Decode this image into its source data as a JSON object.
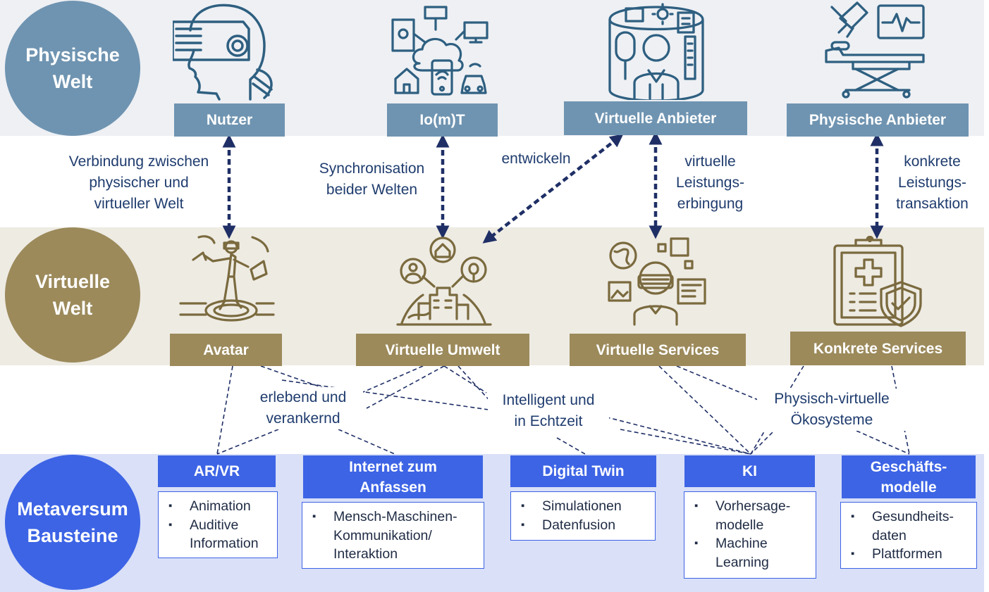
{
  "colors": {
    "physical_band": "#eef0f4",
    "virtual_band": "#eeebe3",
    "metaverse_band": "#d9e0f8",
    "physical_accent": "#6f94b1",
    "virtual_accent": "#9c8a5b",
    "metaverse_accent": "#3d64e5",
    "arrow": "#1f2f66",
    "text": "#1f3c6e"
  },
  "layers": {
    "physical": "Physische\nWelt",
    "virtual": "Virtuelle\nWelt",
    "metaverse": "Metaversum\nBausteine"
  },
  "physical_nodes": [
    {
      "label": "Nutzer",
      "icon": "vr-headset-head-icon"
    },
    {
      "label": "Io(m)T",
      "icon": "iot-cloud-network-icon"
    },
    {
      "label": "Virtuelle Anbieter",
      "icon": "person-in-virtual-room-icon"
    },
    {
      "label": "Physische Anbieter",
      "icon": "hospital-bed-monitor-icon"
    }
  ],
  "virtual_nodes": [
    {
      "label": "Avatar",
      "icon": "avatar-vr-person-icon"
    },
    {
      "label": "Virtuelle Umwelt",
      "icon": "virtual-city-globe-icon"
    },
    {
      "label": "Virtuelle Services",
      "icon": "vr-user-services-icon"
    },
    {
      "label": "Konkrete Services",
      "icon": "medical-clipboard-shield-icon"
    }
  ],
  "relations": [
    "Verbindung zwischen\nphysischer und\nvirtueller Welt",
    "Synchronisation\nbeider Welten",
    "entwickeln",
    "virtuelle\nLeistungs-\nerbingung",
    "konkrete\nLeistungs-\ntransaktion"
  ],
  "properties": [
    "erlebend und\nverankernd",
    "Intelligent und\nin Echtzeit",
    "Physisch-virtuelle\nÖkosysteme"
  ],
  "building_blocks": [
    {
      "title": "AR/VR",
      "items": [
        "Animation",
        "Auditive\nInformation"
      ]
    },
    {
      "title": "Internet zum\nAnfassen",
      "items": [
        "Mensch-Maschinen-\nKommunikation/\nInteraktion"
      ]
    },
    {
      "title": "Digital Twin",
      "items": [
        "Simulationen",
        "Datenfusion"
      ]
    },
    {
      "title": "KI",
      "items": [
        "Vorhersage-\nmodelle",
        "Machine\nLearning"
      ]
    },
    {
      "title": "Geschäfts-\nmodelle",
      "items": [
        "Gesundheits-\ndaten",
        "Plattformen"
      ]
    }
  ]
}
